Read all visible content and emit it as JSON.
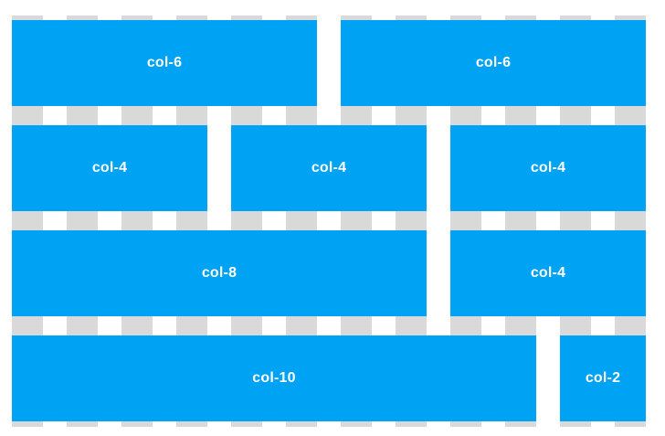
{
  "page": {
    "background": "#ffffff"
  },
  "grid": {
    "total_tracks": 12,
    "track_color": "#d9d9d9",
    "block_color": "#00a2f3",
    "label_color": "#ffffff"
  },
  "rows": [
    {
      "cols": [
        {
          "span": 6,
          "label": "col-6"
        },
        {
          "span": 6,
          "label": "col-6"
        }
      ]
    },
    {
      "cols": [
        {
          "span": 4,
          "label": "col-4"
        },
        {
          "span": 4,
          "label": "col-4"
        },
        {
          "span": 4,
          "label": "col-4"
        }
      ]
    },
    {
      "cols": [
        {
          "span": 8,
          "label": "col-8"
        },
        {
          "span": 4,
          "label": "col-4"
        }
      ]
    },
    {
      "cols": [
        {
          "span": 10,
          "label": "col-10"
        },
        {
          "span": 2,
          "label": "col-2"
        }
      ]
    }
  ]
}
